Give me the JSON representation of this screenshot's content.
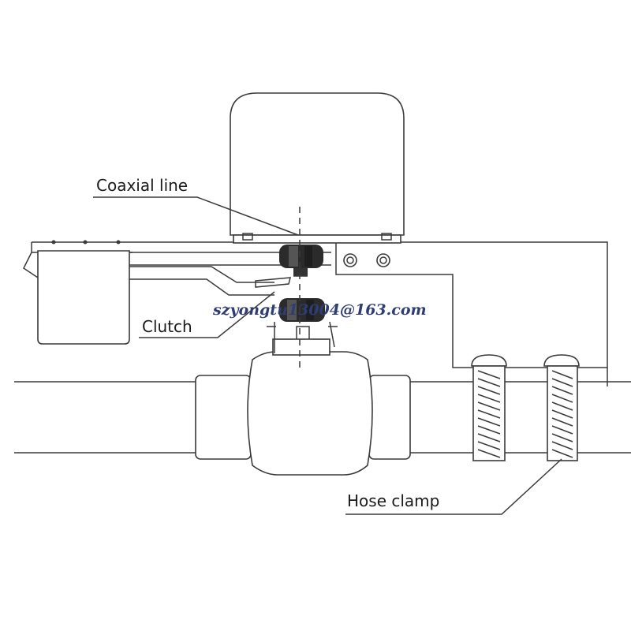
{
  "labels": {
    "coaxial_line": "Coaxial line",
    "clutch": "Clutch",
    "hose_clamp": "Hose clamp"
  },
  "watermark": "szyongtu13004@163.com",
  "colors": {
    "line": "#3a3a3a",
    "knob": "#2b2b2b",
    "watermark": "#2e3d73"
  }
}
